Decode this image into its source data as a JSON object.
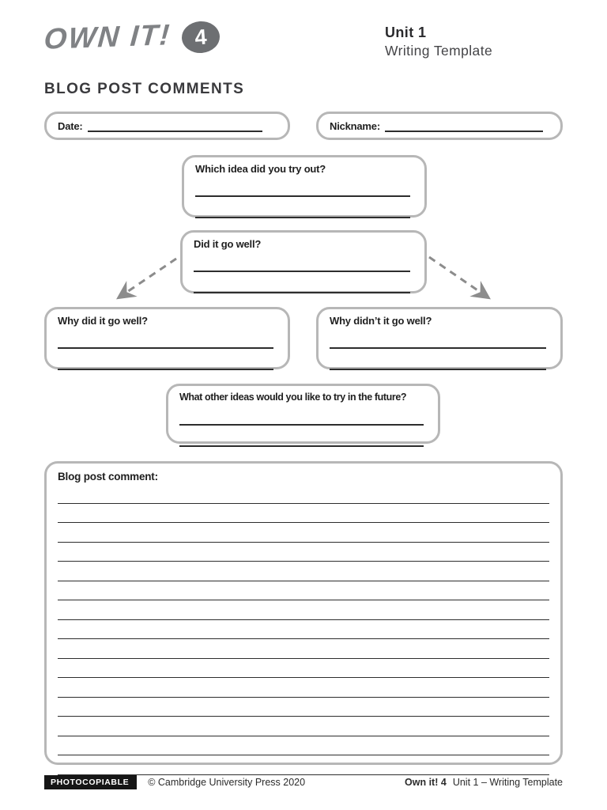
{
  "brand": {
    "logo_text": "OWN IT!",
    "level": "4"
  },
  "header": {
    "unit": "Unit 1",
    "subtitle": "Writing Template"
  },
  "title": "BLOG POST COMMENTS",
  "form": {
    "date": {
      "label": "Date:"
    },
    "nickname": {
      "label": "Nickname:"
    },
    "which_idea": {
      "question": "Which idea did you try out?",
      "lines": 2
    },
    "did_it_go_well": {
      "question": "Did it go well?",
      "lines": 2
    },
    "why_did": {
      "question": "Why did it go well?",
      "lines": 2
    },
    "why_didnt": {
      "question": "Why didn’t it go well?",
      "lines": 2
    },
    "other_ideas": {
      "question": "What other ideas would you like to try in the future?",
      "lines": 2
    },
    "blog_comment": {
      "label": "Blog post comment:",
      "lines": 15
    }
  },
  "footer": {
    "photocopiable": "PHOTOCOPIABLE",
    "copyright": "© Cambridge University Press 2020",
    "series_bold": "Own it! 4",
    "series_rest": "Unit 1  –  Writing Template"
  },
  "colors": {
    "box_border": "#b7b7b7",
    "write_line": "#2d2d2d",
    "arrow": "#8c8c8c",
    "logo_gray": "#808285",
    "level_badge_bg": "#6d6f72",
    "footer_badge_bg": "#161616",
    "text_dark": "#231f20"
  }
}
